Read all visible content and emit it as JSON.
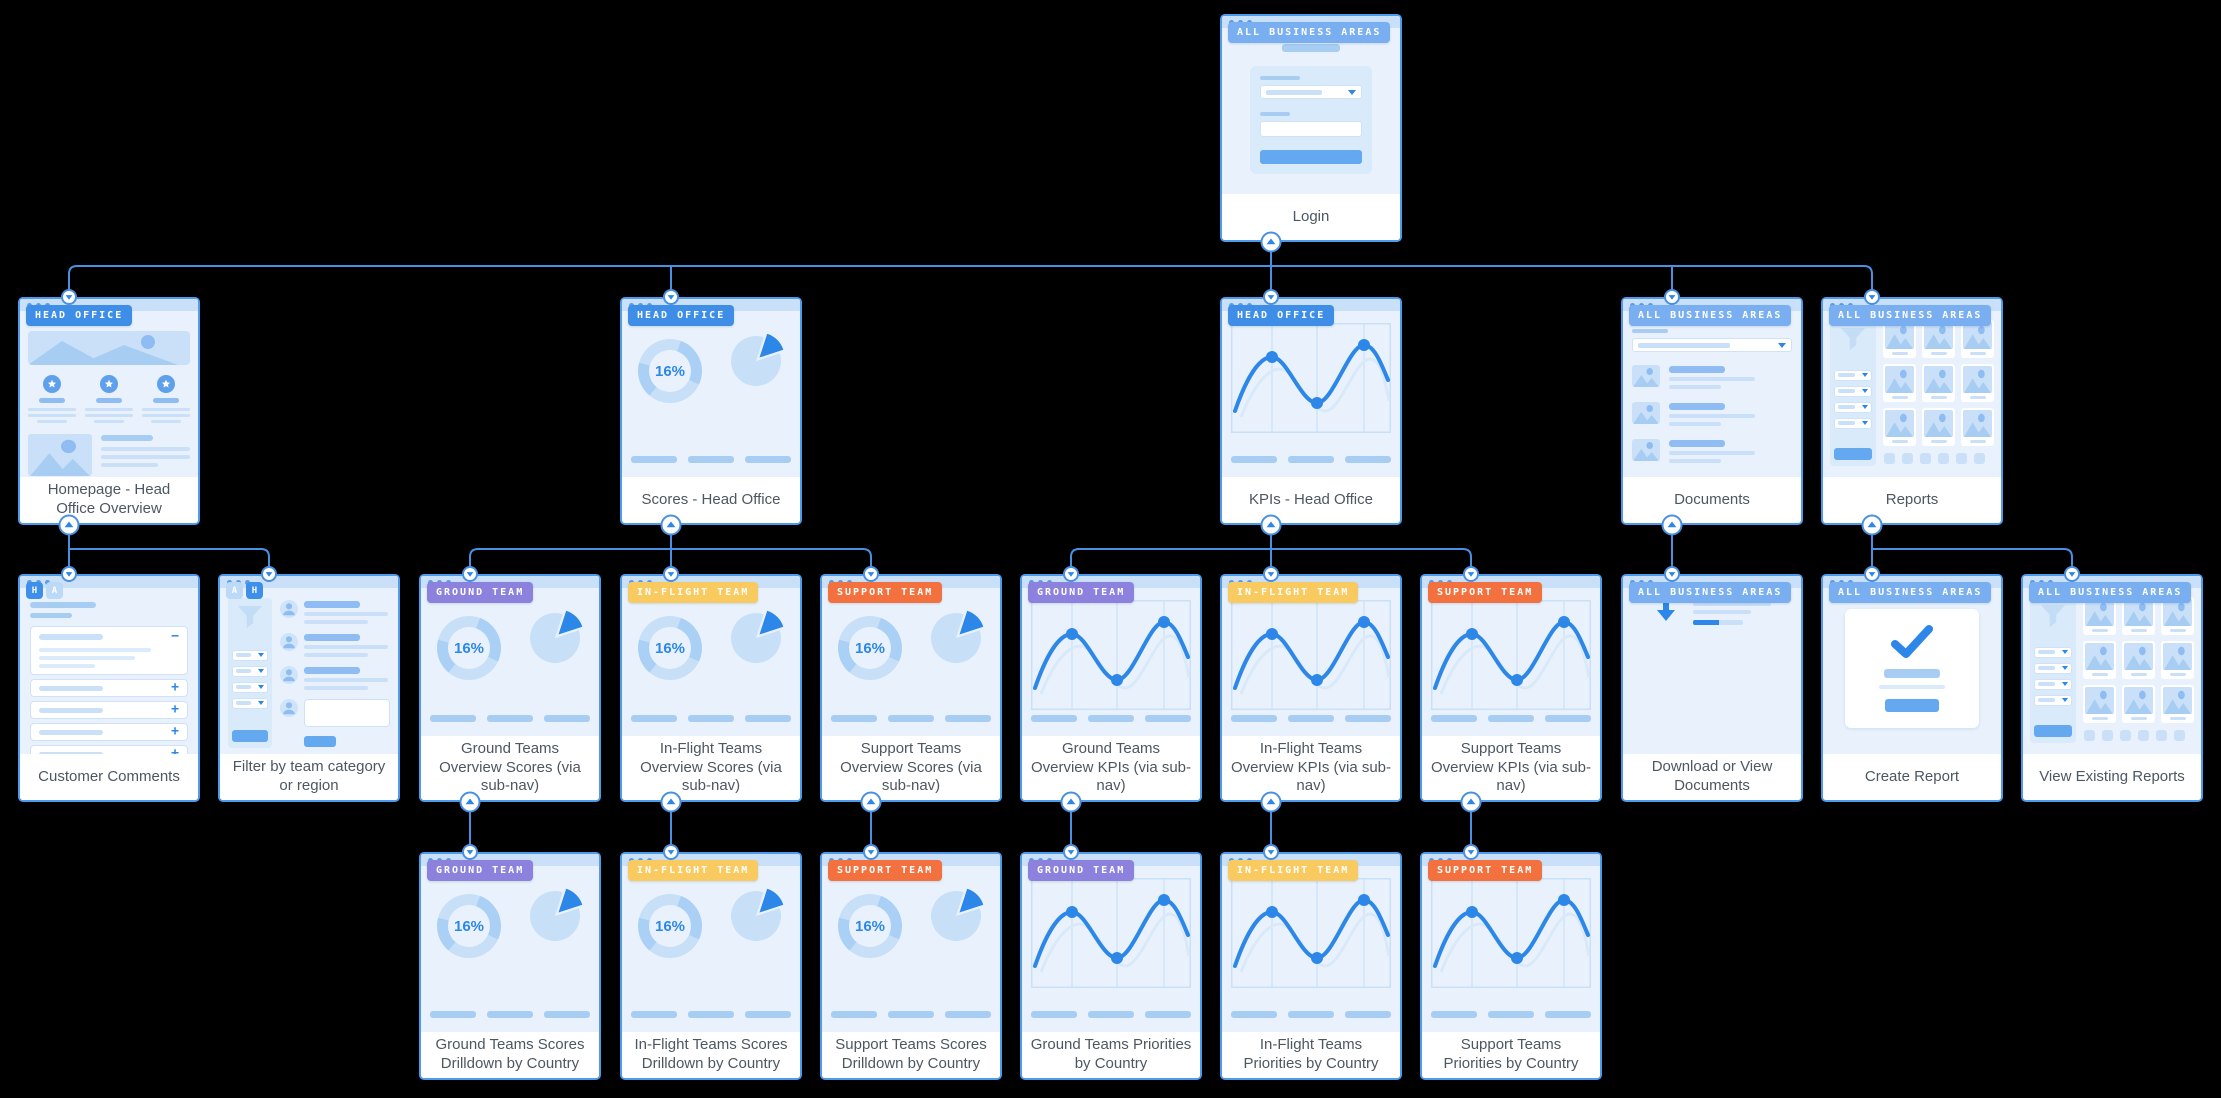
{
  "diagram": {
    "connector_color": "#4a90e2",
    "score_percent": "16%",
    "badges": {
      "head-office": {
        "label": "HEAD OFFICE",
        "color": "#3e8ee8"
      },
      "all-business-areas": {
        "label": "ALL BUSINESS AREAS",
        "color": "#79aff0"
      },
      "ground-team": {
        "label": "GROUND TEAM",
        "color": "#8c82de"
      },
      "in-flight-team": {
        "label": "IN-FLIGHT TEAM",
        "color": "#f9ca5f"
      },
      "support-team": {
        "label": "SUPPORT TEAM",
        "color": "#f3713f"
      }
    },
    "nodes": [
      {
        "id": "login",
        "label": "Login",
        "badge": "all-business-areas",
        "thumb": "login",
        "col": 6,
        "row": 0
      },
      {
        "id": "homepage",
        "label": "Homepage - Head Office Overview",
        "badge": "head-office",
        "thumb": "homepage",
        "col": 0,
        "row": 1
      },
      {
        "id": "scores-head-office",
        "label": "Scores - Head Office",
        "badge": "head-office",
        "thumb": "scores",
        "col": 3,
        "row": 1
      },
      {
        "id": "kpis-head-office",
        "label": "KPIs - Head Office",
        "badge": "head-office",
        "thumb": "kpis",
        "col": 6,
        "row": 1
      },
      {
        "id": "documents",
        "label": "Documents",
        "badge": "all-business-areas",
        "thumb": "documents",
        "col": 8,
        "row": 1
      },
      {
        "id": "reports",
        "label": "Reports",
        "badge": "all-business-areas",
        "thumb": "reports",
        "col": 9,
        "row": 1
      },
      {
        "id": "customer-comments",
        "label": "Customer Comments",
        "chips": [
          {
            "label": "H",
            "active": true
          },
          {
            "label": "A",
            "active": false
          }
        ],
        "thumb": "comments",
        "col": 0,
        "row": 2
      },
      {
        "id": "filter-team-region",
        "label": "Filter by team category or region",
        "chips": [
          {
            "label": "A",
            "active": false
          },
          {
            "label": "H",
            "active": true
          }
        ],
        "thumb": "filter",
        "col": 1,
        "row": 2
      },
      {
        "id": "ground-scores",
        "label": "Ground Teams Overview Scores (via sub-nav)",
        "badge": "ground-team",
        "thumb": "scores",
        "col": 2,
        "row": 2
      },
      {
        "id": "inflight-scores",
        "label": "In-Flight Teams Overview Scores (via sub-nav)",
        "badge": "in-flight-team",
        "thumb": "scores",
        "col": 3,
        "row": 2
      },
      {
        "id": "support-scores",
        "label": "Support Teams Overview Scores (via sub-nav)",
        "badge": "support-team",
        "thumb": "scores",
        "col": 4,
        "row": 2
      },
      {
        "id": "ground-kpis",
        "label": "Ground Teams Overview KPIs (via sub-nav)",
        "badge": "ground-team",
        "thumb": "kpis",
        "col": 5,
        "row": 2
      },
      {
        "id": "inflight-kpis",
        "label": "In-Flight Teams Overview KPIs (via sub-nav)",
        "badge": "in-flight-team",
        "thumb": "kpis",
        "col": 6,
        "row": 2
      },
      {
        "id": "support-kpis",
        "label": "Support Teams Overview KPIs (via sub-nav)",
        "badge": "support-team",
        "thumb": "kpis",
        "col": 7,
        "row": 2
      },
      {
        "id": "download-documents",
        "label": "Download or View Documents",
        "badge": "all-business-areas",
        "thumb": "download",
        "col": 8,
        "row": 2
      },
      {
        "id": "create-report",
        "label": "Create Report",
        "badge": "all-business-areas",
        "thumb": "create",
        "col": 9,
        "row": 2
      },
      {
        "id": "view-existing-reports",
        "label": "View Existing Reports",
        "badge": "all-business-areas",
        "thumb": "reports",
        "col": 10,
        "row": 2
      },
      {
        "id": "ground-scores-drilldown",
        "label": "Ground Teams Scores Drilldown by Country",
        "badge": "ground-team",
        "thumb": "scores",
        "col": 2,
        "row": 3
      },
      {
        "id": "inflight-scores-drilldown",
        "label": "In-Flight Teams Scores Drilldown by Country",
        "badge": "in-flight-team",
        "thumb": "scores",
        "col": 3,
        "row": 3
      },
      {
        "id": "support-scores-drilldown",
        "label": "Support Teams Scores Drilldown by Country",
        "badge": "support-team",
        "thumb": "scores",
        "col": 4,
        "row": 3
      },
      {
        "id": "ground-priorities",
        "label": "Ground Teams Priorities by Country",
        "badge": "ground-team",
        "thumb": "kpis",
        "col": 5,
        "row": 3
      },
      {
        "id": "inflight-priorities",
        "label": "In-Flight Teams Priorities by Country",
        "badge": "in-flight-team",
        "thumb": "kpis",
        "col": 6,
        "row": 3
      },
      {
        "id": "support-priorities",
        "label": "Support Teams Priorities by Country",
        "badge": "support-team",
        "thumb": "kpis",
        "col": 7,
        "row": 3
      }
    ],
    "edges": [
      {
        "from": "login",
        "to": [
          "homepage",
          "scores-head-office",
          "kpis-head-office",
          "documents",
          "reports"
        ]
      },
      {
        "from": "homepage",
        "to": [
          "customer-comments",
          "filter-team-region"
        ]
      },
      {
        "from": "scores-head-office",
        "to": [
          "ground-scores",
          "inflight-scores",
          "support-scores"
        ]
      },
      {
        "from": "kpis-head-office",
        "to": [
          "ground-kpis",
          "inflight-kpis",
          "support-kpis"
        ]
      },
      {
        "from": "documents",
        "to": [
          "download-documents"
        ]
      },
      {
        "from": "reports",
        "to": [
          "create-report",
          "view-existing-reports"
        ]
      },
      {
        "from": "ground-scores",
        "to": [
          "ground-scores-drilldown"
        ]
      },
      {
        "from": "inflight-scores",
        "to": [
          "inflight-scores-drilldown"
        ]
      },
      {
        "from": "support-scores",
        "to": [
          "support-scores-drilldown"
        ]
      },
      {
        "from": "ground-kpis",
        "to": [
          "ground-priorities"
        ]
      },
      {
        "from": "inflight-kpis",
        "to": [
          "inflight-priorities"
        ]
      },
      {
        "from": "support-kpis",
        "to": [
          "support-priorities"
        ]
      }
    ]
  }
}
